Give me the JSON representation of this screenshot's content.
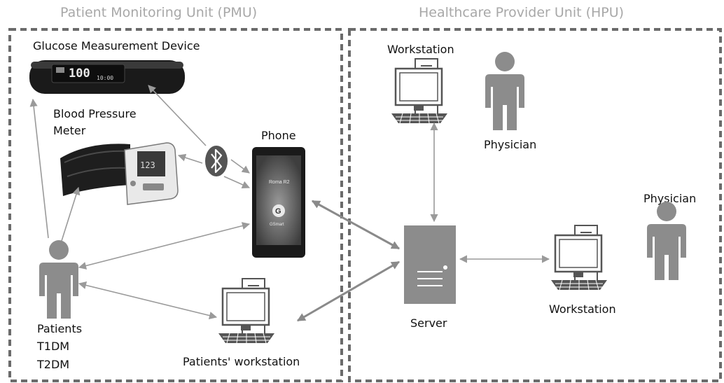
{
  "sections": {
    "pmu_title": "Patient Monitoring Unit (PMU)",
    "hpu_title": "Healthcare Provider Unit (HPU)"
  },
  "labels": {
    "glucose": "Glucose Measurement Device",
    "bp_line1": "Blood Pressure",
    "bp_line2": "Meter",
    "phone": "Phone",
    "patients": "Patients",
    "t1dm": "T1DM",
    "t2dm": "T2DM",
    "patients_ws": "Patients' workstation",
    "server": "Server",
    "workstation_top": "Workstation",
    "physician_top": "Physician",
    "physician_right": "Physician",
    "workstation_right": "Workstation"
  },
  "devices": {
    "glucose_display": "100",
    "glucose_time": "10:00",
    "phone_brand": "Roma R2",
    "phone_logo": "G",
    "phone_logo_text": "GSmart"
  },
  "icons": [
    "computer-icon",
    "person-icon",
    "server-icon",
    "bluetooth-icon",
    "phone-icon",
    "glucose-meter-icon",
    "blood-pressure-meter-icon"
  ]
}
